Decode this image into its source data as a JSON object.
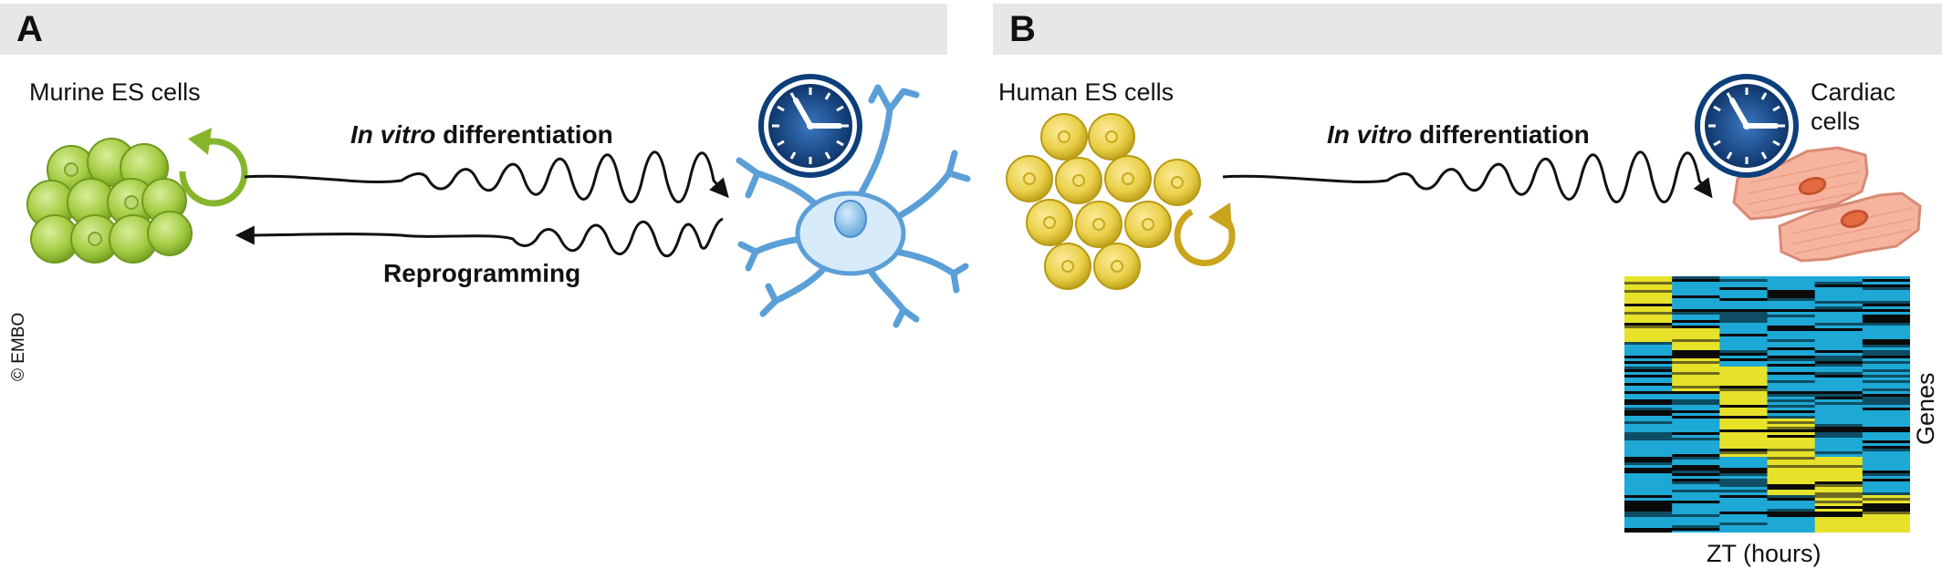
{
  "panel_a": {
    "letter": "A",
    "source_cells": "Murine ES cells",
    "forward_arrow_italic": "In vitro",
    "forward_arrow_rest": " differentiation",
    "reverse_arrow": "Reprogramming"
  },
  "panel_b": {
    "letter": "B",
    "source_cells": "Human ES cells",
    "forward_arrow_italic": "In vitro",
    "forward_arrow_rest": " differentiation",
    "target_cells_line1": "Cardiac",
    "target_cells_line2": "cells",
    "heatmap_ylabel": "Genes",
    "heatmap_xlabel": "ZT (hours)"
  },
  "copyright": "© EMBO",
  "colors": {
    "panel_bar": "#e6e7e9",
    "es_green": "#9cc63b",
    "es_yellow": "#e8c93a",
    "neuron_blue": "#5b9fd8",
    "clock_navy": "#0d3f7a",
    "cardiac_pink": "#f6b49e",
    "heat_yellow": "#e6e22a",
    "heat_blue": "#1ea8d6",
    "heat_black": "#0a0a0a"
  },
  "icons": [
    "cycle-arrow-icon",
    "clock-icon",
    "neuron-icon",
    "cardiac-cell-icon",
    "wavy-arrow-icon"
  ]
}
